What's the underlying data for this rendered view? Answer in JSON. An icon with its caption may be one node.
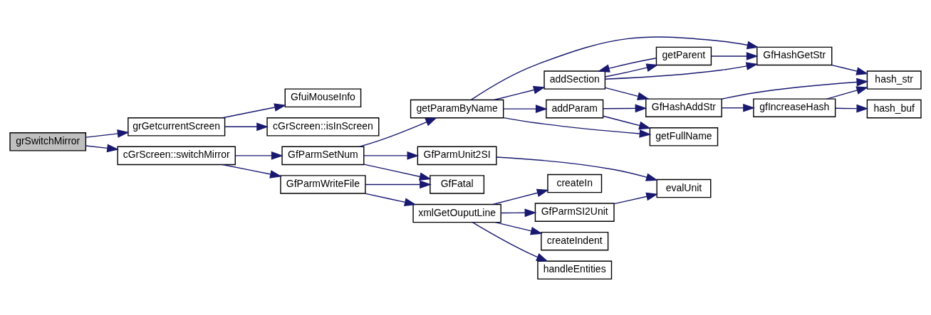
{
  "diagram": {
    "nodes": [
      {
        "text": [
          "grSwitchMirror"
        ]
      },
      {
        "text": [
          "grGetcurrentScreen"
        ]
      },
      {
        "text": [
          "cGrScreen::switchMirror"
        ]
      },
      {
        "text": [
          "GfuiMouseInfo"
        ]
      },
      {
        "text": [
          "cGrScreen::isInScreen"
        ]
      },
      {
        "text": [
          "GfParmSetNum"
        ]
      },
      {
        "text": [
          "GfParmWriteFile"
        ]
      },
      {
        "text": [
          "getParamByName"
        ]
      },
      {
        "text": [
          "GfParmUnit2SI"
        ]
      },
      {
        "text": [
          "GfFatal"
        ]
      },
      {
        "text": [
          "xmlGetOuputLine"
        ]
      },
      {
        "text": [
          "addSection"
        ]
      },
      {
        "text": [
          "addParam"
        ]
      },
      {
        "text": [
          "GfParmSI2Unit"
        ]
      },
      {
        "text": [
          "createIndent"
        ]
      },
      {
        "text": [
          "handleEntities"
        ]
      },
      {
        "text": [
          "createIn"
        ]
      },
      {
        "text": [
          "GfHashGetStr"
        ]
      },
      {
        "text": [
          "getParent"
        ]
      },
      {
        "text": [
          "GfHashAddStr"
        ]
      },
      {
        "text": [
          "getFullName"
        ]
      },
      {
        "text": [
          "evalUnit"
        ]
      },
      {
        "text": [
          "gfIncreaseHash"
        ]
      },
      {
        "text": [
          "hash_str"
        ]
      },
      {
        "text": [
          "hash_buf"
        ]
      }
    ],
    "edges": [
      {
        "from": 0,
        "to": 1,
        "arrow": "to"
      },
      {
        "from": 0,
        "to": 2,
        "arrow": "to"
      },
      {
        "from": 1,
        "to": 3,
        "arrow": "to"
      },
      {
        "from": 1,
        "to": 4,
        "arrow": "to"
      },
      {
        "from": 2,
        "to": 5,
        "arrow": "to"
      },
      {
        "from": 2,
        "to": 6,
        "arrow": "to"
      },
      {
        "from": 5,
        "to": 7,
        "arrow": "to"
      },
      {
        "from": 5,
        "to": 8,
        "arrow": "to"
      },
      {
        "from": 5,
        "to": 9,
        "arrow": "to"
      },
      {
        "from": 6,
        "to": 9,
        "arrow": "to"
      },
      {
        "from": 6,
        "to": 10,
        "arrow": "to"
      },
      {
        "from": 7,
        "to": 17,
        "arrow": "to"
      },
      {
        "from": 7,
        "to": 11,
        "arrow": "to"
      },
      {
        "from": 7,
        "to": 12,
        "arrow": "to"
      },
      {
        "from": 7,
        "to": 20,
        "arrow": "to"
      },
      {
        "from": 8,
        "to": 21,
        "arrow": "to"
      },
      {
        "from": 10,
        "to": 13,
        "arrow": "to"
      },
      {
        "from": 10,
        "to": 14,
        "arrow": "to"
      },
      {
        "from": 10,
        "to": 15,
        "arrow": "to"
      },
      {
        "from": 10,
        "to": 16,
        "arrow": "to"
      },
      {
        "from": 11,
        "to": 17,
        "arrow": "to"
      },
      {
        "from": 11,
        "to": 18,
        "arrow": "to"
      },
      {
        "from": 11,
        "to": 19,
        "arrow": "to"
      },
      {
        "from": 18,
        "to": 11,
        "arrow": "to"
      },
      {
        "from": 18,
        "to": 17,
        "arrow": "to"
      },
      {
        "from": 12,
        "to": 19,
        "arrow": "to"
      },
      {
        "from": 12,
        "to": 20,
        "arrow": "to"
      },
      {
        "from": 13,
        "to": 21,
        "arrow": "to"
      },
      {
        "from": 17,
        "to": 23,
        "arrow": "to"
      },
      {
        "from": 19,
        "to": 23,
        "arrow": "to"
      },
      {
        "from": 19,
        "to": 22,
        "arrow": "to"
      },
      {
        "from": 22,
        "to": 23,
        "arrow": "to"
      },
      {
        "from": 22,
        "to": 24,
        "arrow": "to"
      }
    ]
  }
}
